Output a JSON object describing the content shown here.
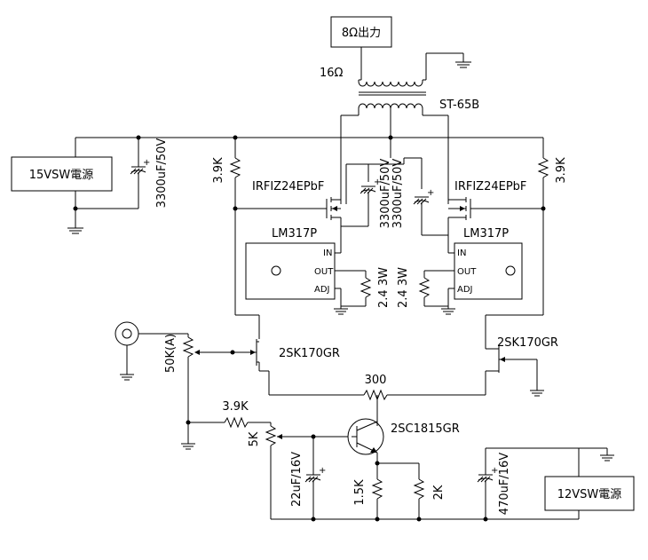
{
  "schematic": {
    "output_label": "8Ω出力",
    "tap_16": "16Ω",
    "transformer": "ST-65B",
    "psu_15v": "15VSW電源",
    "psu_12v": "12VSW電源",
    "cap_3300_left": "3300uF/50V",
    "cap_3300_mid_a": "3300uF/50V",
    "cap_3300_mid_b": "3300uF/50V",
    "res_39k_left": "3.9K",
    "res_39k_right": "3.9K",
    "res_39k_bottom": "3.9K",
    "mosfet_left": "IRFIZ24EPbF",
    "mosfet_right": "IRFIZ24EPbF",
    "reg_left": "LM317P",
    "reg_right": "LM317P",
    "pin_in": "IN",
    "pin_out": "OUT",
    "pin_adj": "ADJ",
    "res_24_left": "2.4 3W",
    "res_24_right": "2.4 3W",
    "jfet_left": "2SK170GR",
    "jfet_right": "2SK170GR",
    "pot_50k": "50K(A)",
    "res_300": "300",
    "pot_5k": "5K",
    "bjt": "2SC1815GR",
    "cap_22u": "22uF/16V",
    "res_15k": "1.5K",
    "res_2k": "2K",
    "cap_470u": "470uF/16V"
  }
}
